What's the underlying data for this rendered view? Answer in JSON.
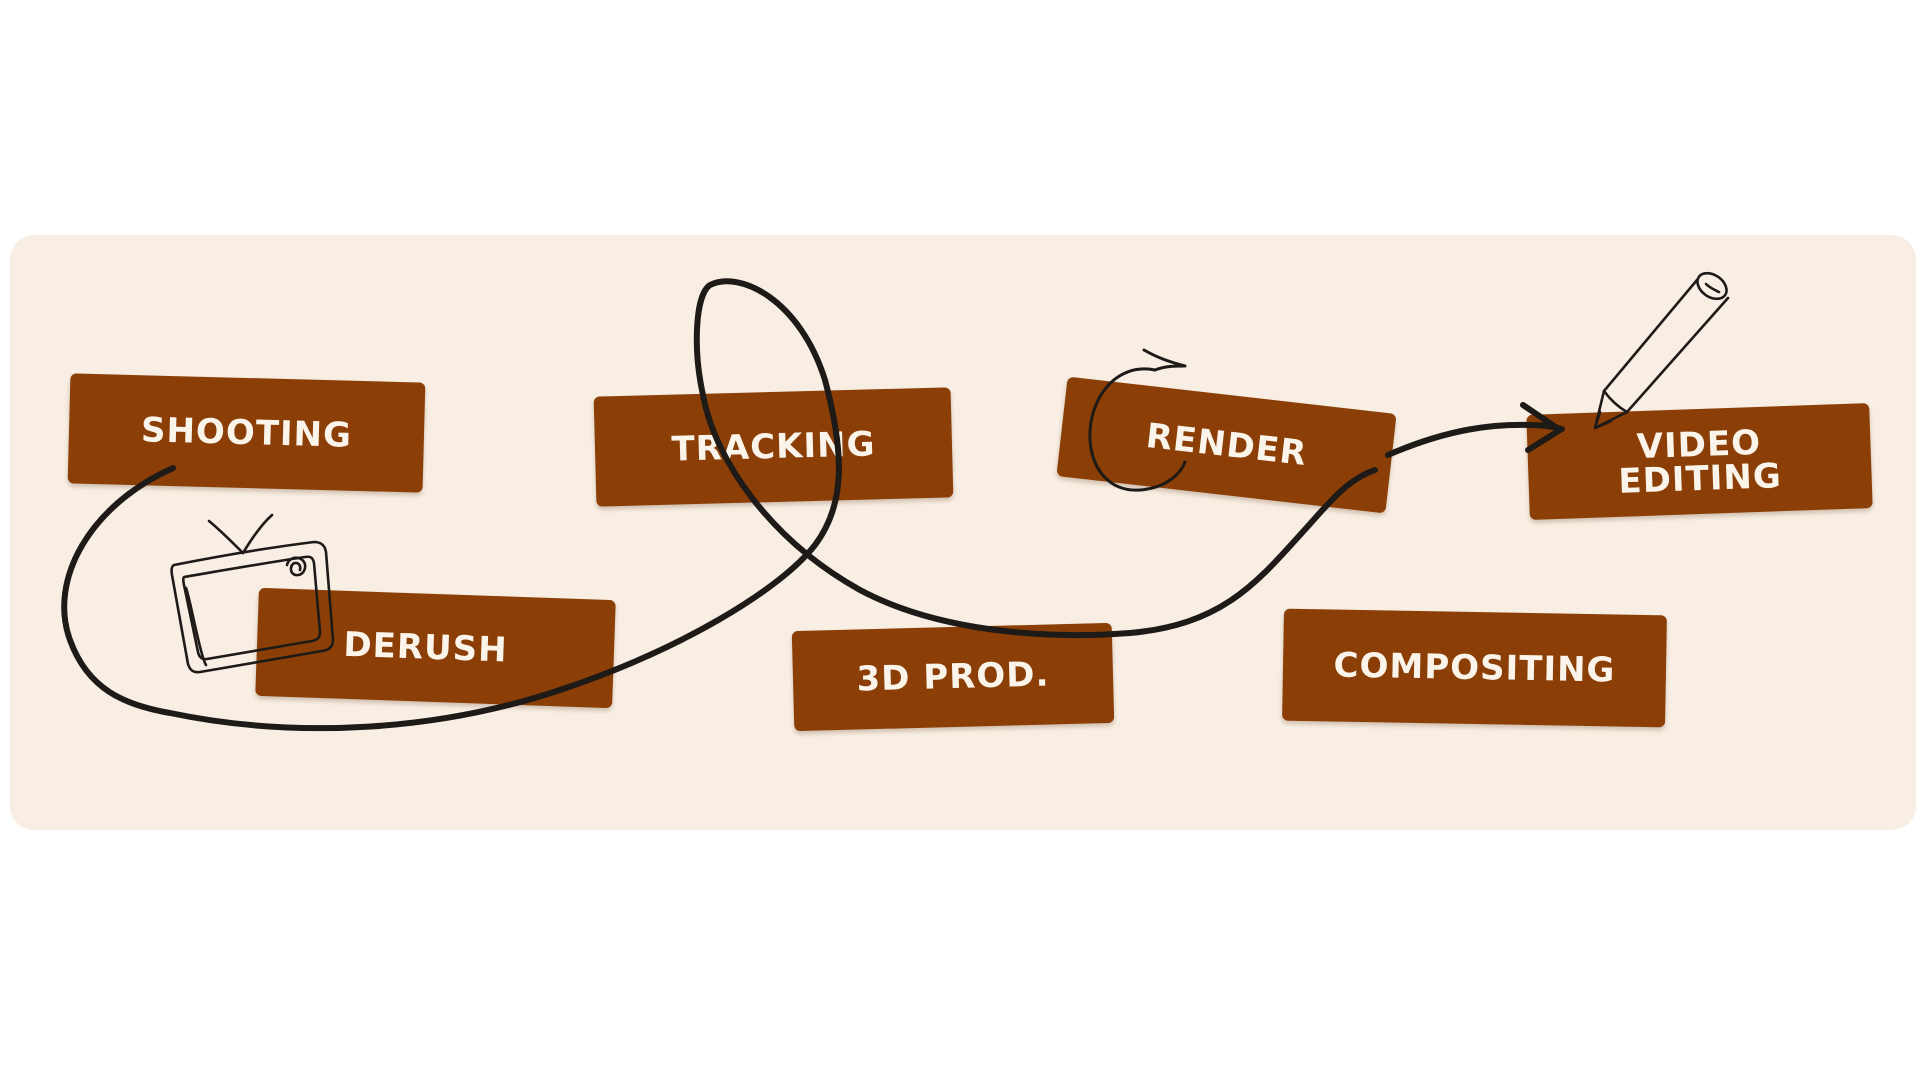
{
  "colors": {
    "panel_background": "#f8eee3",
    "card_fill": "#8b3f07",
    "card_text": "#fbf4ea",
    "stroke": "#1e1a17"
  },
  "steps": {
    "shooting": "SHOOTING",
    "derush": "DERUSH",
    "tracking": "TRACKING",
    "prod3d": "3D PROD.",
    "render": "RENDER",
    "compositing": "COMPOSITING",
    "video_editing": "VIDEO EDITING"
  },
  "icons": {
    "tv": "retro-tv-icon",
    "pencil": "pencil-icon",
    "arrow": "arrowhead-icon",
    "loop": "circular-arrow-icon"
  }
}
